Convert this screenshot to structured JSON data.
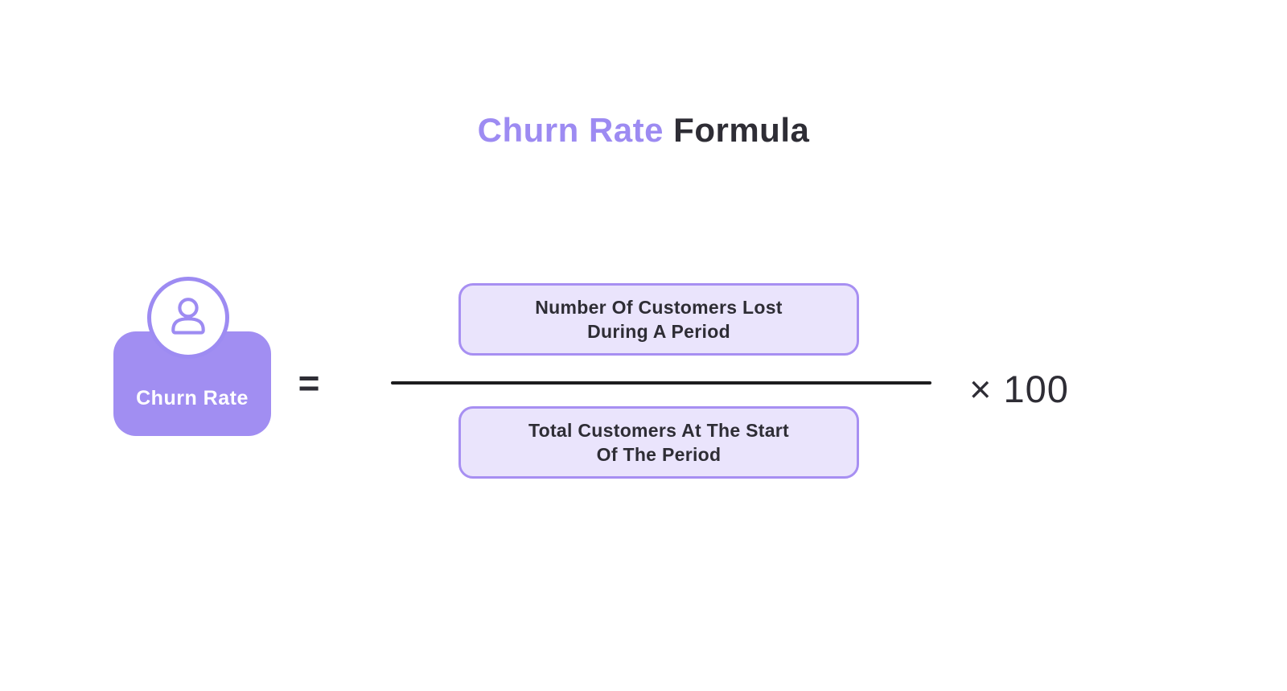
{
  "colors": {
    "background": "#ffffff",
    "accent-purple": "#9d8bf2",
    "badge-fill": "#a18ef2",
    "box-fill": "#eae4fc",
    "box-border": "#a78ff2",
    "text-dark": "#2e2d35",
    "text-white": "#ffffff",
    "line-dark": "#1d1d1f"
  },
  "title": {
    "highlight": "Churn Rate",
    "rest": " Formula"
  },
  "badge": {
    "label": "Churn Rate",
    "icon": "person-icon"
  },
  "equation": {
    "equals": "=",
    "numerator_line1": "Number Of Customers Lost",
    "numerator_line2": "During A Period",
    "denominator_line1": "Total Customers At The Start",
    "denominator_line2": "Of The Period",
    "multiplier": "× 100"
  }
}
